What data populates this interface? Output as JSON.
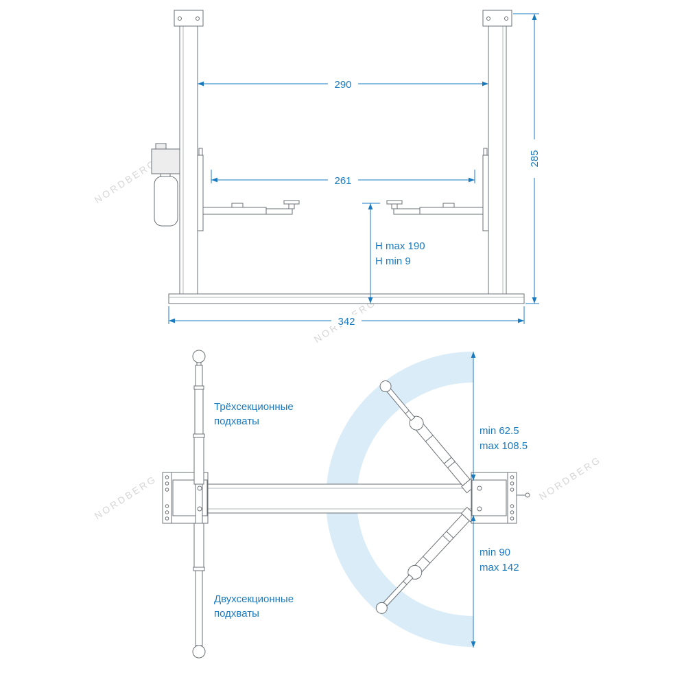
{
  "title": "Two-post lift dimensional drawing",
  "brand_watermark": "NORDBERG",
  "colors": {
    "accent": "#1a7abf",
    "arc_fill": "#d9ecf7",
    "outline": "#6b7075",
    "watermark": "#d6d6d6"
  },
  "front_view": {
    "dim_column_span": "290",
    "dim_arm_span": "261",
    "dim_height": "285",
    "dim_lift_max": "H max 190",
    "dim_lift_min": "H min 9",
    "dim_base_width": "342"
  },
  "plan_view": {
    "label_three_section_line1": "Трёхсекционные",
    "label_three_section_line2": "подхваты",
    "label_two_section_line1": "Двухсекционные",
    "label_two_section_line2": "подхваты",
    "dim_front_reach_min": "min 62.5",
    "dim_front_reach_max": "max 108.5",
    "dim_rear_reach_min": "min 90",
    "dim_rear_reach_max": "max 142"
  }
}
